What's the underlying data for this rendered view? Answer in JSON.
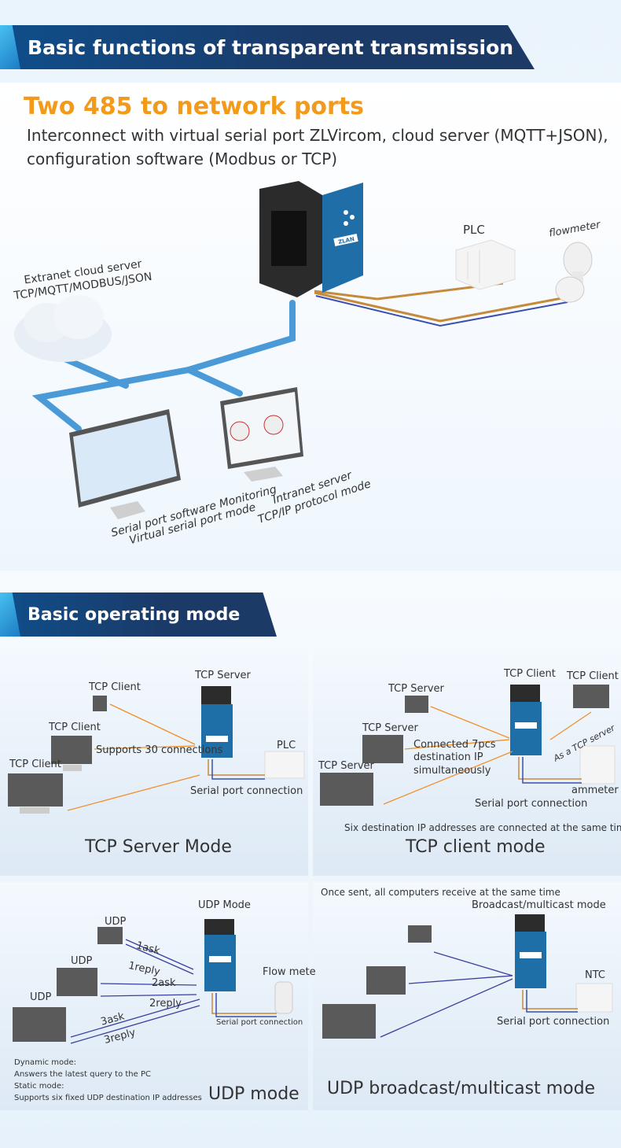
{
  "section1": {
    "banner": "Basic functions of transparent transmission",
    "title": "Two 485 to network ports",
    "desc_line1": "Interconnect with virtual serial port ZLVircom, cloud server (MQTT+JSON),",
    "desc_line2": "configuration software (Modbus or TCP)",
    "cloud_label_1": "Extranet cloud server",
    "cloud_label_2": "TCP/MQTT/MODBUS/JSON",
    "plc": "PLC",
    "flowmeter": "flowmeter",
    "pc1_line1": "Serial port software Monitoring",
    "pc1_line2": "Virtual serial port mode",
    "pc2_line1": "Intranet server",
    "pc2_line2": "TCP/IP protocol mode",
    "device_brand": "ZLAN"
  },
  "section2": {
    "banner": "Basic operating mode"
  },
  "tcp_server": {
    "mode_title": "TCP Server Mode",
    "server": "TCP Server",
    "client1": "TCP Client",
    "client2": "TCP Client",
    "client3": "TCP Client",
    "supports": "Supports 30 connections",
    "plc": "PLC",
    "serial": "Serial port connection"
  },
  "tcp_client": {
    "mode_title": "TCP client mode",
    "client_top": "TCP Client",
    "client_right": "TCP Client",
    "server1": "TCP Server",
    "server2": "TCP Server",
    "server3": "TCP Server",
    "connected_1": "Connected 7pcs",
    "connected_2": "destination IP",
    "connected_3": "simultaneously",
    "as_server": "As a TCP server",
    "ammeter": "ammeter",
    "serial": "Serial port connection",
    "six": "Six destination IP addresses are connected at the same time"
  },
  "udp": {
    "mode_title": "UDP mode",
    "udp_mode": "UDP Mode",
    "udp1": "UDP",
    "udp2": "UDP",
    "udp3": "UDP",
    "ask1": "1ask",
    "reply1": "1reply",
    "ask2": "2ask",
    "reply2": "2reply",
    "ask3": "3ask",
    "reply3": "3reply",
    "flow": "Flow mete",
    "serial": "Serial port connection",
    "note1": "Dynamic mode:",
    "note2": "Answers the latest query to the PC",
    "note3": "Static mode:",
    "note4": "Supports six fixed UDP destination IP addresses"
  },
  "udp_broadcast": {
    "mode_title": "UDP broadcast/multicast mode",
    "once": "Once sent, all computers receive at the same time",
    "label": "Broadcast/multicast mode",
    "ntc": "NTC",
    "serial": "Serial port connection"
  },
  "colors": {
    "banner": "#1b3a68",
    "accent_orange": "#f39a1a",
    "network_blue": "#3d93d6",
    "arrow_orange": "#f0902a",
    "arrow_blue": "#3a3fa0"
  }
}
